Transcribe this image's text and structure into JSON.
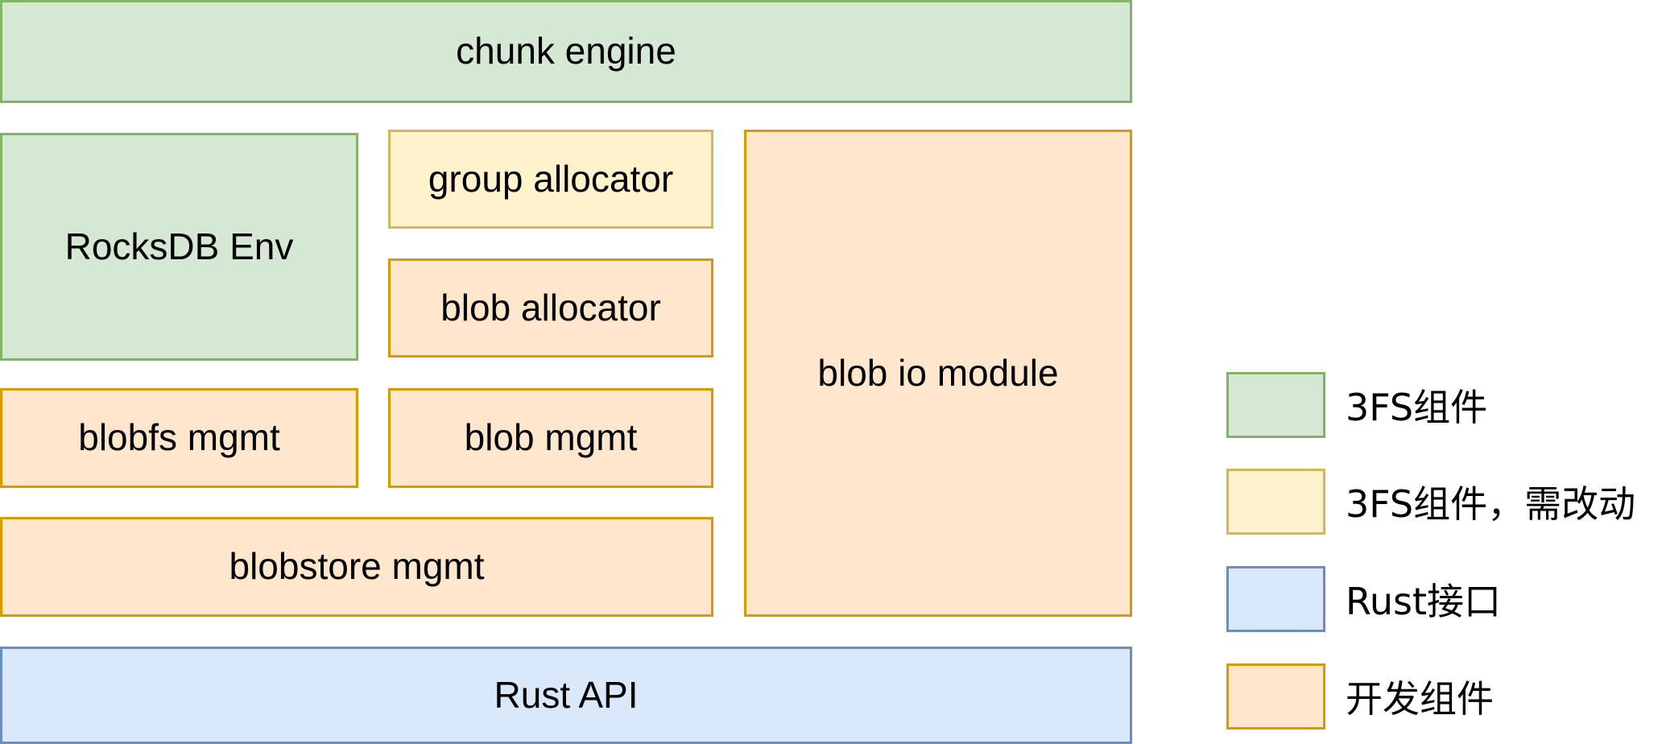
{
  "diagram": {
    "boxes": {
      "chunk_engine": "chunk engine",
      "rocksdb_env": "RocksDB Env",
      "group_allocator": "group allocator",
      "blob_allocator": "blob allocator",
      "blob_io_module": "blob io module",
      "blobfs_mgmt": "blobfs mgmt",
      "blob_mgmt": "blob mgmt",
      "blobstore_mgmt": "blobstore mgmt",
      "rust_api": "Rust API"
    }
  },
  "legend": [
    {
      "label": "3FS组件",
      "color": "#d5e8d4",
      "border": "#82b366"
    },
    {
      "label": "3FS组件，需改动",
      "color": "#fff2cc",
      "border": "#d6b656"
    },
    {
      "label": "Rust接口",
      "color": "#dae8fc",
      "border": "#6c8ebf"
    },
    {
      "label": "开发组件",
      "color": "#ffe6cc",
      "border": "#d79b00"
    }
  ]
}
